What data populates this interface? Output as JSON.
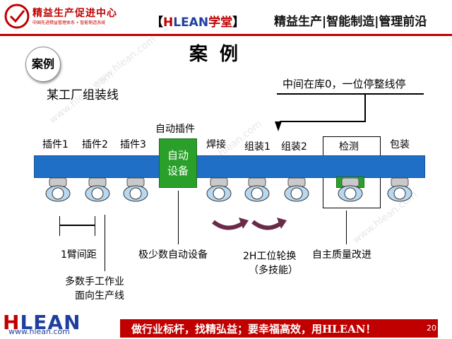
{
  "header": {
    "brand_title": "精益生产促进中心",
    "brand_subtitle": "中国先进精益管理体系 • 智能制造系统",
    "tag_open": "【",
    "tag_h": "H",
    "tag_lean": "LEAN",
    "tag_school": "学堂",
    "tag_close": "】",
    "slogan": "精益生产|智能制造|管理前沿",
    "accent_color": "#c00000"
  },
  "badge": "案例",
  "title": "案 例",
  "subtitle": "某工厂组装线",
  "callout": "中间在库0，一位停整线停",
  "auto_station_label": "自动插件",
  "stations": [
    "插件1",
    "插件2",
    "插件3",
    "焊接",
    "组装1",
    "组装2",
    "检测",
    "包装"
  ],
  "auto_device": {
    "line1": "自动",
    "line2": "设备"
  },
  "notes": {
    "arm_distance": "1臂间距",
    "manual_line1": "多数手工作业",
    "manual_line2": "面向生产线",
    "auto_equipment": "极少数自动设备",
    "rotation_line1": "2H工位轮换",
    "rotation_line2": "（多技能）",
    "quality": "自主质量改进"
  },
  "watermark": "www.hlean.com",
  "footer": {
    "logo_h": "H",
    "logo_rest": "LEAN",
    "url": "www.hlean.com",
    "slogan": "做行业标杆，找精弘益；要幸福高效，用HLEAN！",
    "page_number": "20"
  },
  "colors": {
    "conveyor": "#1f6fc6",
    "device": "#2aa02a",
    "worker": "#b8d8f0",
    "footer": "#c00000"
  }
}
